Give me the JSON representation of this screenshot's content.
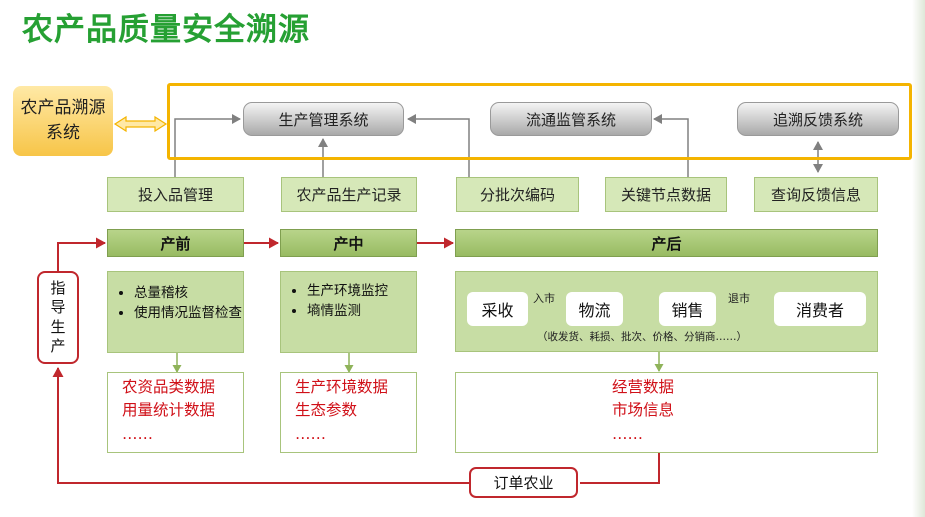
{
  "title": "农产品质量安全溯源",
  "origin_system": "农产品溯源系统",
  "systems": [
    "生产管理系统",
    "流通监管系统",
    "追溯反馈系统"
  ],
  "inputs": [
    "投入品管理",
    "农产品生产记录",
    "分批次编码",
    "关键节点数据",
    "查询反馈信息"
  ],
  "stages": {
    "pre": {
      "title": "产前",
      "items": [
        "总量稽核",
        "使用情况监督检查"
      ],
      "outputs": [
        "农资品类数据",
        "用量统计数据",
        "……"
      ]
    },
    "mid": {
      "title": "产中",
      "items": [
        "生产环境监控",
        "墒情监测"
      ],
      "outputs": [
        "生产环境数据",
        "生态参数",
        "……"
      ]
    },
    "post": {
      "title": "产后",
      "flow": [
        "采收",
        "物流",
        "销售",
        "消费者"
      ],
      "flow_labels": [
        "入市",
        "退市"
      ],
      "note": "（收发货、耗损、批次、价格、分销商……）",
      "outputs": [
        "经营数据",
        "市场信息",
        "……"
      ]
    }
  },
  "guide_production": [
    "指",
    "导",
    "生",
    "产"
  ],
  "order_agriculture": "订单农业",
  "colors": {
    "title_green": "#26a033",
    "frame_yellow": "#f4b400",
    "stage_green": "#c7dda4",
    "red_text": "#d01018",
    "red_arrow": "#c0272d"
  }
}
